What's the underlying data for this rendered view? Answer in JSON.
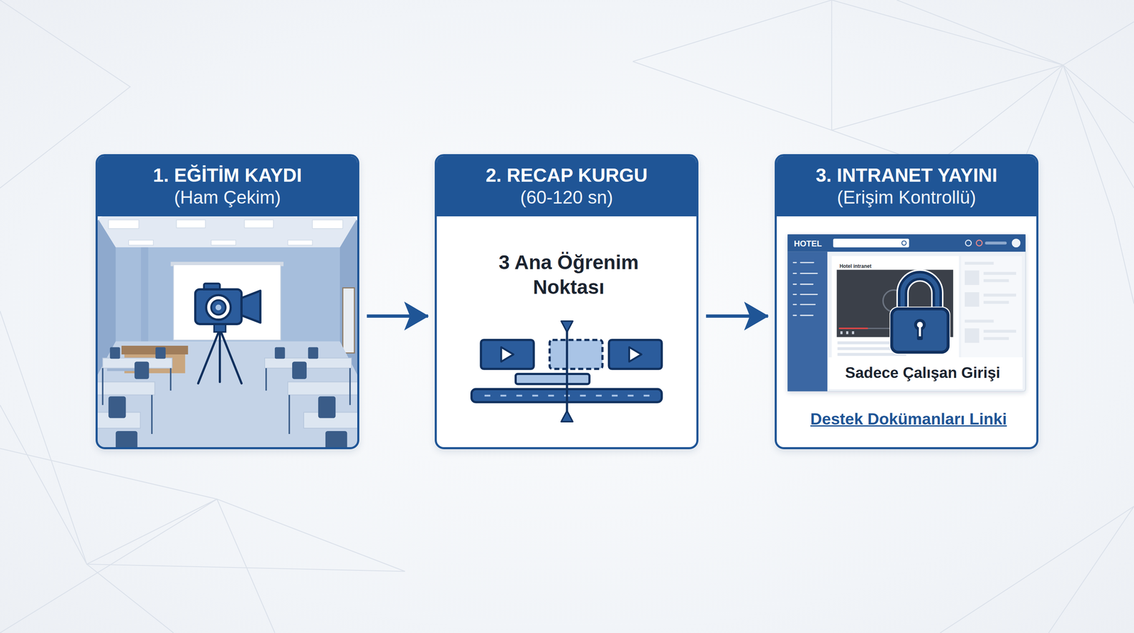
{
  "diagram": {
    "nodes": [
      {
        "text": [
          "1. EĞİTİM KAYDI",
          "(Ham Çekim)"
        ]
      },
      {
        "text": [
          "2. RECAP KURGU",
          "(60-120 sn)",
          "3 Ana Öğrenim Noktası"
        ]
      },
      {
        "text": [
          "3. INTRANET YAYINI",
          "(Erişim Kontrollü)",
          "Destek Dokümanları Linki"
        ]
      },
      {
        "text": [
          "HOTEL",
          "Hotel intranet",
          "Sadece Çalışan Girişi"
        ],
        "in": 2
      }
    ],
    "edges": [
      {
        "from": 0,
        "to": 1,
        "arrow": "to"
      },
      {
        "from": 1,
        "to": 2,
        "arrow": "to"
      }
    ]
  }
}
